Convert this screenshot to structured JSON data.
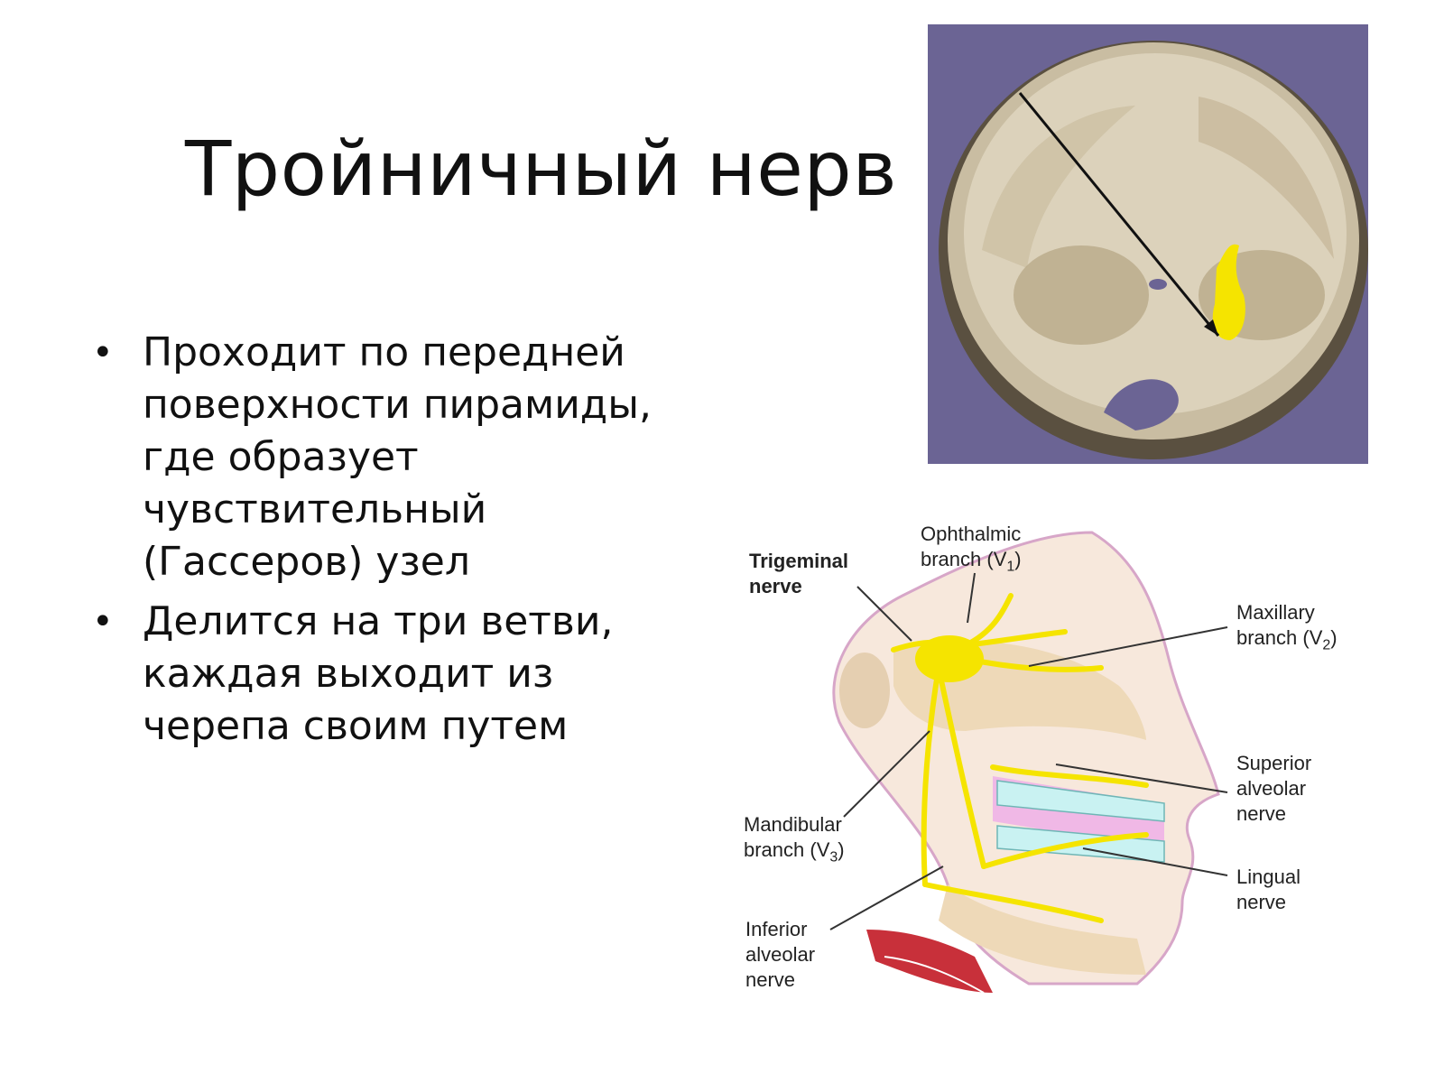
{
  "slide": {
    "title": "Тройничный нерв",
    "bullets": [
      {
        "lines": [
          "Проходит по передней",
          "поверхности пирамиды,",
          "где образует",
          "чувствительный",
          "(Гассеров) узел"
        ]
      },
      {
        "lines": [
          "Делится на три ветви,",
          "каждая выходит из",
          "черепа своим путем"
        ]
      }
    ]
  },
  "diagram": {
    "labels": {
      "trigeminal": [
        "Trigeminal",
        "nerve"
      ],
      "ophthalmic": [
        "Ophthalmic",
        "branch (V",
        "1",
        ")"
      ],
      "maxillary": [
        "Maxillary",
        "branch (V",
        "2",
        ")"
      ],
      "superior_alveolar": [
        "Superior",
        "alveolar",
        "nerve"
      ],
      "mandibular": [
        "Mandibular",
        "branch (V",
        "3",
        ")"
      ],
      "lingual": [
        "Lingual",
        "nerve"
      ],
      "inferior_alveolar": [
        "Inferior",
        "alveolar",
        "nerve"
      ]
    }
  },
  "colors": {
    "skull_background": "#6b6494",
    "bone": "#d9cfb8",
    "nerve_yellow": "#f5e400",
    "muscle_red": "#c8303a",
    "teeth": "#c9f2f2",
    "gum_pink": "#f0b8e6"
  }
}
